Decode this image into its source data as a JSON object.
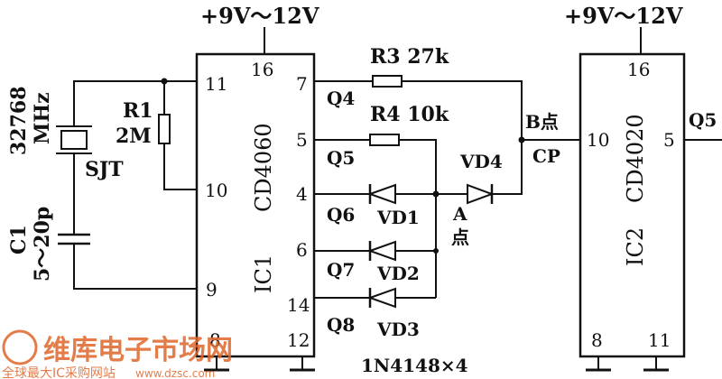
{
  "ic1": {
    "supply": "+9V～12V",
    "part": "CD4060",
    "ref": "IC1",
    "pins": {
      "p11": "11",
      "p16": "16",
      "p7": "7",
      "p5": "5",
      "p10": "10",
      "p4": "4",
      "p6": "6",
      "p9": "9",
      "p14": "14",
      "p8": "8",
      "p12": "12"
    }
  },
  "ic2": {
    "supply": "+9V～12V",
    "part": "CD4020",
    "ref": "IC2",
    "pins": {
      "p16": "16",
      "p10": "10",
      "p5": "5",
      "p8": "8",
      "p11": "11"
    },
    "cp": "CP",
    "output": "Q5"
  },
  "crystal": {
    "freq": "32768",
    "unit": "MHz",
    "name": "SJT"
  },
  "r1": {
    "ref": "R1",
    "value": "2M"
  },
  "c1": {
    "ref": "C1",
    "value": "5～20p"
  },
  "r3": {
    "label": "R3 27k"
  },
  "r4": {
    "label": "R4 10k"
  },
  "outputs": {
    "q4": "Q4",
    "q5": "Q5",
    "q6": "Q6",
    "q7": "Q7",
    "q8": "Q8"
  },
  "diodes": {
    "vd1": "VD1",
    "vd2": "VD2",
    "vd3": "VD3",
    "vd4": "VD4",
    "note": "1N4148×4"
  },
  "nodes": {
    "a_top": "A",
    "a_bottom": "点",
    "b": "B点"
  },
  "watermark": {
    "main": "维库电子市场网",
    "sub": "全球最大IC采购网站",
    "url": "www.dzsc.com"
  }
}
